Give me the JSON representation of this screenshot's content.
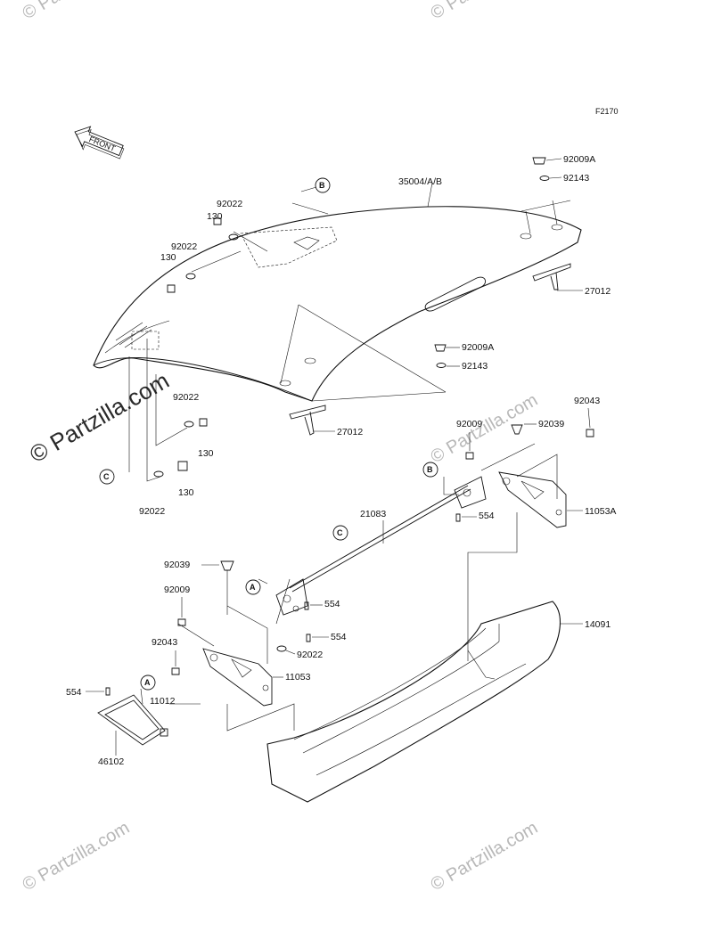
{
  "figure_code": "F2170",
  "front_arrow_label": "FRONT",
  "watermarks": {
    "brand": "© Partzilla.com"
  },
  "reference_circles": [
    "A",
    "B",
    "C"
  ],
  "part_labels": {
    "p35004": "35004/A/B",
    "p92009A_top": "92009A",
    "p92143_top": "92143",
    "p27012_right": "27012",
    "p92009A_mid": "92009A",
    "p92143_mid": "92143",
    "p92022_a": "92022",
    "p130_a": "130",
    "p92022_b": "92022",
    "p130_b": "130",
    "p92022_c": "92022",
    "p130_c": "130",
    "p130_d": "130",
    "p92022_d": "92022",
    "p27012_center": "27012",
    "p92043_right": "92043",
    "p92009_right": "92009",
    "p92039_right": "92039",
    "p11053A": "11053A",
    "p554_right": "554",
    "p21083": "21083",
    "p92039_left": "92039",
    "p92009_left": "92009",
    "p554_mid": "554",
    "p554_low": "554",
    "p92043_left": "92043",
    "p92022_low": "92022",
    "p11053": "11053",
    "p14091": "14091",
    "p554_left": "554",
    "p11012": "11012",
    "p46102": "46102"
  }
}
